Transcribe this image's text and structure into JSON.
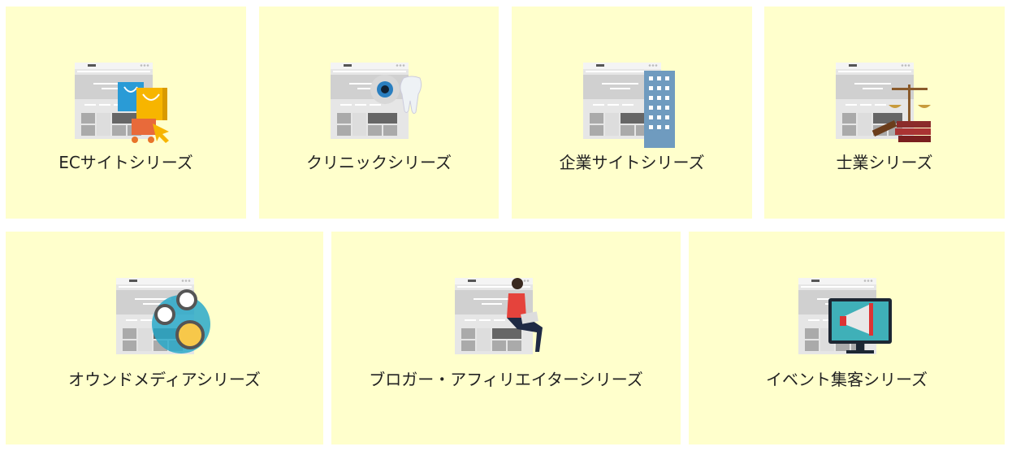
{
  "cards": [
    {
      "label": "ECサイトシリーズ",
      "icon": "shopping-bags-icon"
    },
    {
      "label": "クリニックシリーズ",
      "icon": "eye-tooth-icon"
    },
    {
      "label": "企業サイトシリーズ",
      "icon": "building-icon"
    },
    {
      "label": "士業シリーズ",
      "icon": "scales-of-justice-icon"
    },
    {
      "label": "オウンドメディアシリーズ",
      "icon": "people-network-icon"
    },
    {
      "label": "ブロガー・アフィリエイターシリーズ",
      "icon": "person-with-laptop-icon"
    },
    {
      "label": "イベント集客シリーズ",
      "icon": "megaphone-monitor-icon"
    }
  ],
  "colors": {
    "card_bg": "#ffffcc"
  }
}
